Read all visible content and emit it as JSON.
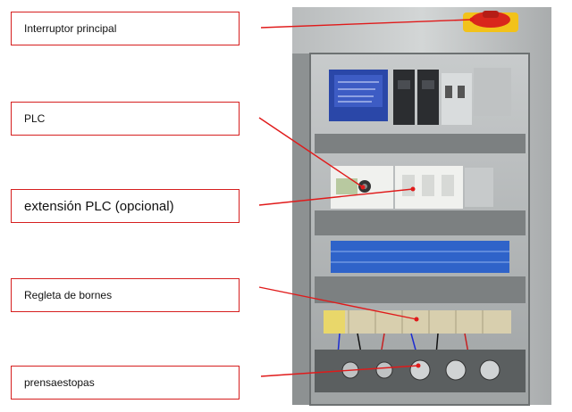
{
  "labels": {
    "main_switch": "Interruptor principal",
    "plc": "PLC",
    "plc_extension": "extensión PLC (opcional)",
    "terminal_strip": "Regleta de bornes",
    "cable_glands": "prensaestopas"
  },
  "colors": {
    "leader_line": "#e01a1a",
    "box_border": "#d61f1f"
  }
}
